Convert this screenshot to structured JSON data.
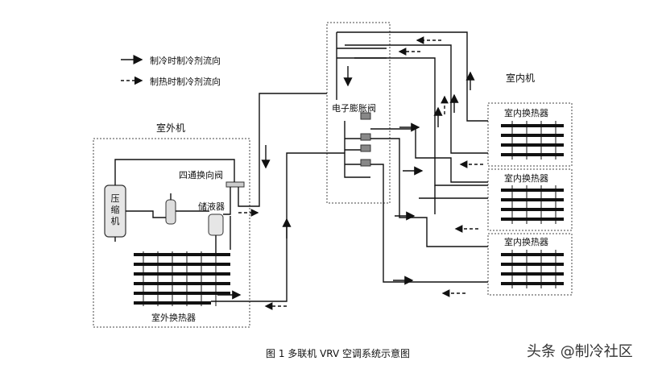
{
  "legend": {
    "cooling": "制冷时制冷剂流向",
    "heating": "制热时制冷剂流向"
  },
  "labels": {
    "outdoor_unit": "室外机",
    "indoor_unit": "室内机",
    "four_way_valve": "四通换向阀",
    "compressor": "压缩机",
    "accumulator": "储液器",
    "outdoor_exchanger": "室外换热器",
    "expansion_valve": "电子膨胀阀",
    "indoor_exchanger_1": "室内换热器",
    "indoor_exchanger_2": "室内换热器",
    "indoor_exchanger_3": "室内换热器"
  },
  "caption": "图 1  多联机 VRV 空调系统示意图",
  "watermark": "头条 @制冷社区"
}
